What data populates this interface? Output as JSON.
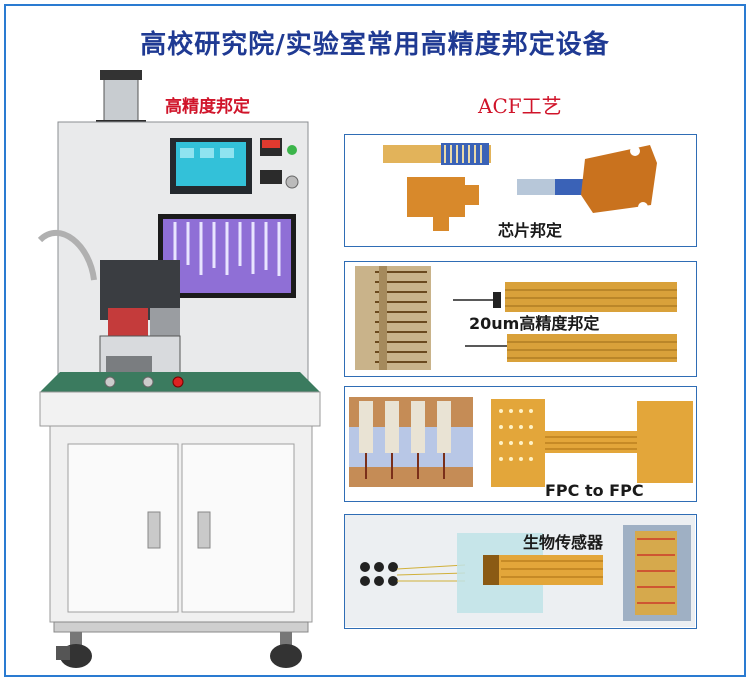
{
  "title": "高校研究院/实验室常用高精度邦定设备",
  "machine": {
    "label": "高精度邦定"
  },
  "process": {
    "label": "ACF工艺",
    "items": [
      {
        "caption": "芯片邦定"
      },
      {
        "caption": "20um高精度邦定"
      },
      {
        "caption": "FPC to FPC"
      },
      {
        "caption": "生物传感器"
      }
    ]
  },
  "colors": {
    "title": "#1f3a93",
    "accent_red": "#d0142a",
    "frame": "#2a7bd1",
    "panel_border": "#2f6db5",
    "fpc_gold": "#d99a2b"
  }
}
